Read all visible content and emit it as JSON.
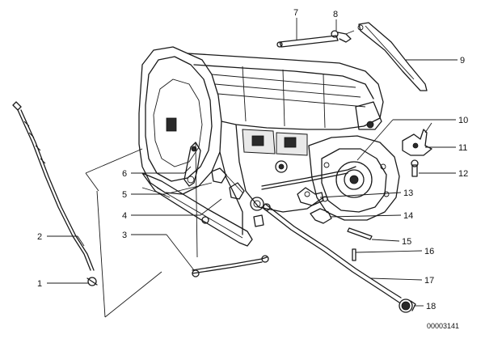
{
  "callouts": [
    {
      "id": "c1",
      "label": "1"
    },
    {
      "id": "c2",
      "label": "2"
    },
    {
      "id": "c3",
      "label": "3"
    },
    {
      "id": "c4",
      "label": "4"
    },
    {
      "id": "c5",
      "label": "5"
    },
    {
      "id": "c6",
      "label": "6"
    },
    {
      "id": "c7",
      "label": "7"
    },
    {
      "id": "c8",
      "label": "8"
    },
    {
      "id": "c9",
      "label": "9"
    },
    {
      "id": "c10",
      "label": "10"
    },
    {
      "id": "c11",
      "label": "11"
    },
    {
      "id": "c12",
      "label": "12"
    },
    {
      "id": "c13",
      "label": "13"
    },
    {
      "id": "c14",
      "label": "14"
    },
    {
      "id": "c15",
      "label": "15"
    },
    {
      "id": "c16",
      "label": "16"
    },
    {
      "id": "c17",
      "label": "17"
    },
    {
      "id": "c18",
      "label": "18"
    }
  ],
  "catalog_number": "00003141"
}
